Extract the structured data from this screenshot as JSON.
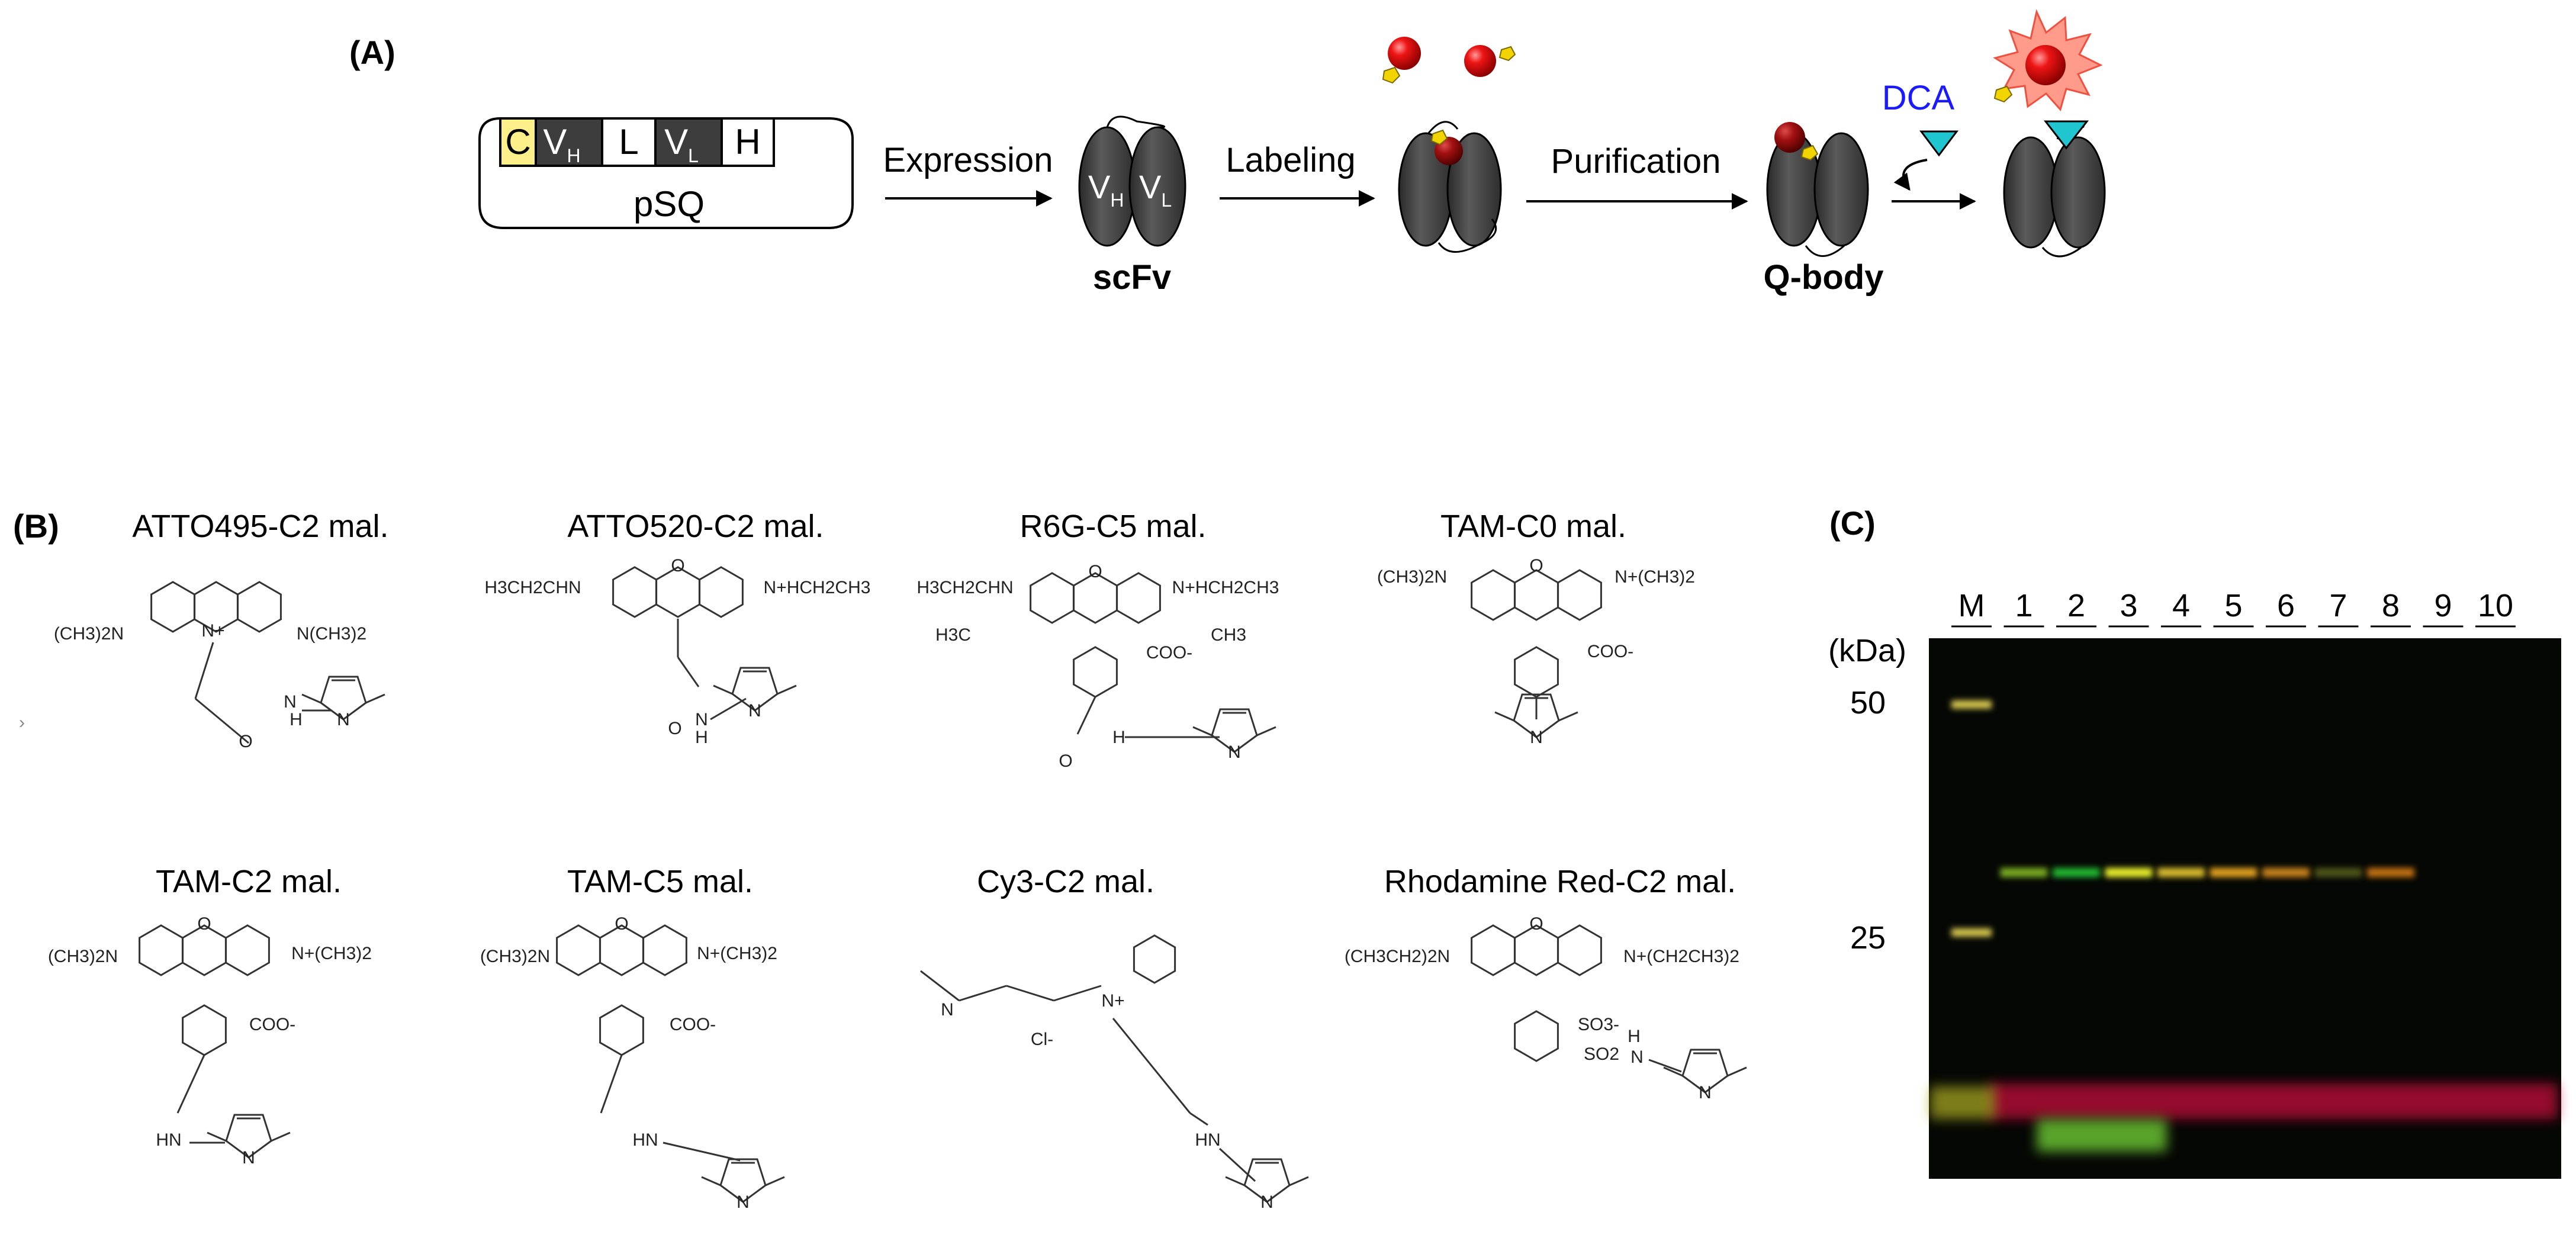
{
  "panel_a": {
    "label": "(A)",
    "construct": {
      "segments": [
        {
          "main": "C",
          "sub": "",
          "fill": "#fdf08a",
          "text": "#000000"
        },
        {
          "main": "V",
          "sub": "H",
          "fill": "#3d3d3d",
          "text": "#ffffff"
        },
        {
          "main": "L",
          "sub": "",
          "fill": "#ffffff",
          "text": "#000000"
        },
        {
          "main": "V",
          "sub": "L",
          "fill": "#3d3d3d",
          "text": "#ffffff"
        },
        {
          "main": "H",
          "sub": "",
          "fill": "#ffffff",
          "text": "#000000"
        }
      ],
      "plasmid": "pSQ"
    },
    "steps": [
      "Expression",
      "Labeling",
      "Purification"
    ],
    "scfv": {
      "vh_main": "V",
      "vh_sub": "H",
      "vl_main": "V",
      "vl_sub": "L",
      "name": "scFv"
    },
    "qbody": "Q-body",
    "antigen": "DCA",
    "colors": {
      "domain": "#4a4a4a",
      "dye": "#e00000",
      "quencher": "#f2d400",
      "antigen": "#1fc6cf",
      "antigen_text": "#1a1aff",
      "burst": "#ff9b8a"
    }
  },
  "panel_b": {
    "label": "(B)",
    "dyes": [
      "ATTO495-C2 mal.",
      "ATTO520-C2 mal.",
      "R6G-C5 mal.",
      "TAM-C0 mal.",
      "TAM-C2 mal.",
      "TAM-C5 mal.",
      "Cy3-C2 mal.",
      "Rhodamine Red-C2 mal."
    ],
    "substituents": {
      "atto495": {
        "left": "(CH3)2N",
        "right": "N(CH3)2",
        "ring": "N+"
      },
      "atto520": {
        "left": "H3CH2CHN",
        "right": "N+HCH2CH3"
      },
      "r6g": {
        "left": "H3CH2CHN",
        "right": "N+HCH2CH3",
        "me_left": "H3C",
        "me_right": "CH3",
        "acid": "COO-"
      },
      "tam0": {
        "left": "(CH3)2N",
        "right": "N+(CH3)2",
        "acid": "COO-"
      },
      "tam2": {
        "left": "(CH3)2N",
        "right": "N+(CH3)2",
        "acid": "COO-"
      },
      "tam5": {
        "left": "(CH3)2N",
        "right": "N+(CH3)2",
        "acid": "COO-"
      },
      "cy3": {
        "ring_n": "N+",
        "counter": "Cl-"
      },
      "rhodamine_red": {
        "left": "(CH3CH2)2N",
        "right": "N+(CH2CH3)2",
        "so3": "SO3-",
        "so2": "SO2",
        "amide_h": "H"
      },
      "common": {
        "O": "O",
        "N": "N",
        "H": "H",
        "HN": "HN",
        "NH": "NH"
      }
    },
    "small_glyph": "›"
  },
  "panel_c": {
    "label": "(C)",
    "unit": "(kDa)",
    "lanes": [
      "M",
      "1",
      "2",
      "3",
      "4",
      "5",
      "6",
      "7",
      "8",
      "9",
      "10"
    ],
    "markers": [
      {
        "label": "50",
        "kda": 50
      },
      {
        "label": "25",
        "kda": 25
      }
    ],
    "bands": [
      {
        "lane": "1",
        "color": "#9fe02a",
        "intensity": 0.75
      },
      {
        "lane": "2",
        "color": "#28d438",
        "intensity": 0.85
      },
      {
        "lane": "3",
        "color": "#e8f02a",
        "intensity": 1.0
      },
      {
        "lane": "4",
        "color": "#f0d030",
        "intensity": 0.9
      },
      {
        "lane": "5",
        "color": "#f8b020",
        "intensity": 0.9
      },
      {
        "lane": "6",
        "color": "#f5a020",
        "intensity": 0.8
      },
      {
        "lane": "7",
        "color": "#a9b030",
        "intensity": 0.45
      },
      {
        "lane": "8",
        "color": "#f08a18",
        "intensity": 0.8
      }
    ],
    "colors": {
      "gel": "#050704",
      "marker": "#d8c850",
      "free_dye": "#c4103a"
    }
  }
}
